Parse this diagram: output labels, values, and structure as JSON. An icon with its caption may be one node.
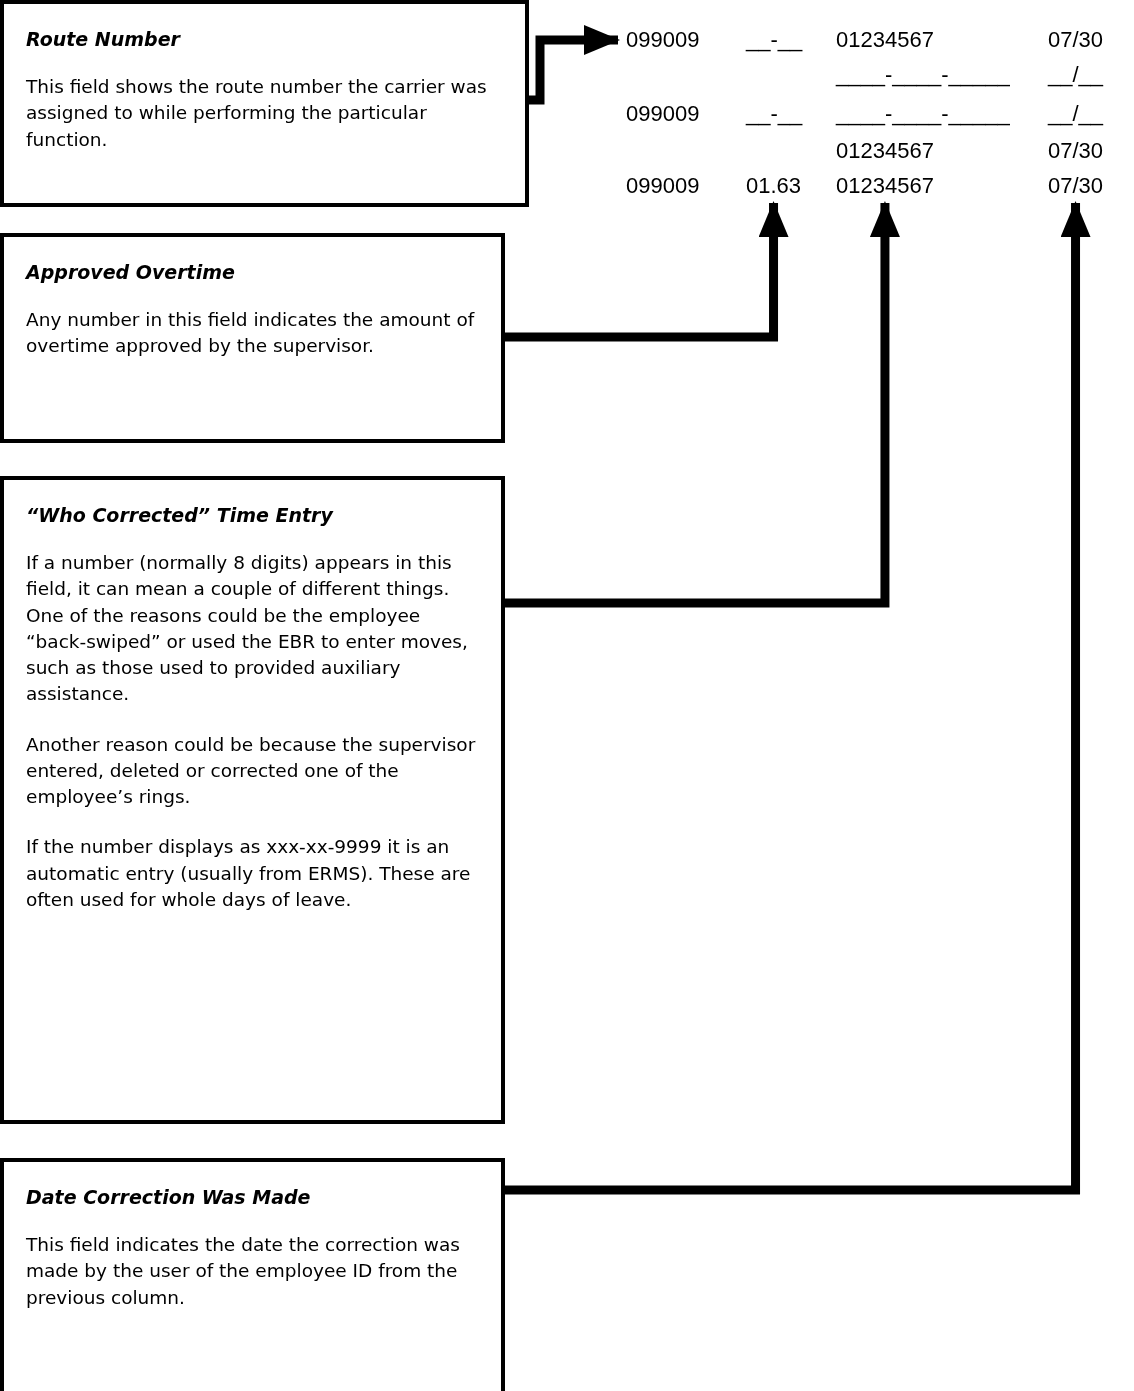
{
  "diagram": {
    "nodes": [
      {
        "text": [
          "Route Number",
          "This field shows the route number the carrier was assigned to while performing the particular function."
        ]
      },
      {
        "text": [
          "Approved Overtime",
          "Any number in this field indicates the amount of overtime approved by the supervisor."
        ]
      },
      {
        "text": [
          "“Who Corrected” Time Entry",
          "If a number (normally 8 digits) appears in this field, it can mean a couple of different things.  One of the reasons could be the employee “back-swiped” or used the EBR to enter moves, such as those used to provided auxiliary assistance.",
          "Another reason could be because the supervisor entered, deleted or corrected one of the employee’s rings.",
          "If the number displays as xxx-xx-9999 it is an automatic entry (usually from ERMS).   These are often used for whole days of leave."
        ]
      },
      {
        "text": [
          "Date Correction Was Made",
          "This field indicates the date the correction was made by the user of the employee ID from the previous column."
        ]
      },
      {
        "text": [
          "099009"
        ]
      },
      {
        "text": [
          "01.63"
        ]
      },
      {
        "text": [
          "01234567"
        ]
      },
      {
        "text": [
          "07/30"
        ]
      }
    ],
    "edges": [
      {
        "from": 0,
        "to": 4,
        "arrow": "to"
      },
      {
        "from": 1,
        "to": 5,
        "arrow": "to"
      },
      {
        "from": 2,
        "to": 6,
        "arrow": "to"
      },
      {
        "from": 3,
        "to": 7,
        "arrow": "to"
      }
    ],
    "labels": [
      "__-__",
      "01234567",
      "07/30",
      "____-____-_____",
      "__/__",
      "099009",
      "__-__",
      "____-____-_____",
      "__/__",
      "01234567",
      "07/30",
      "099009"
    ]
  }
}
